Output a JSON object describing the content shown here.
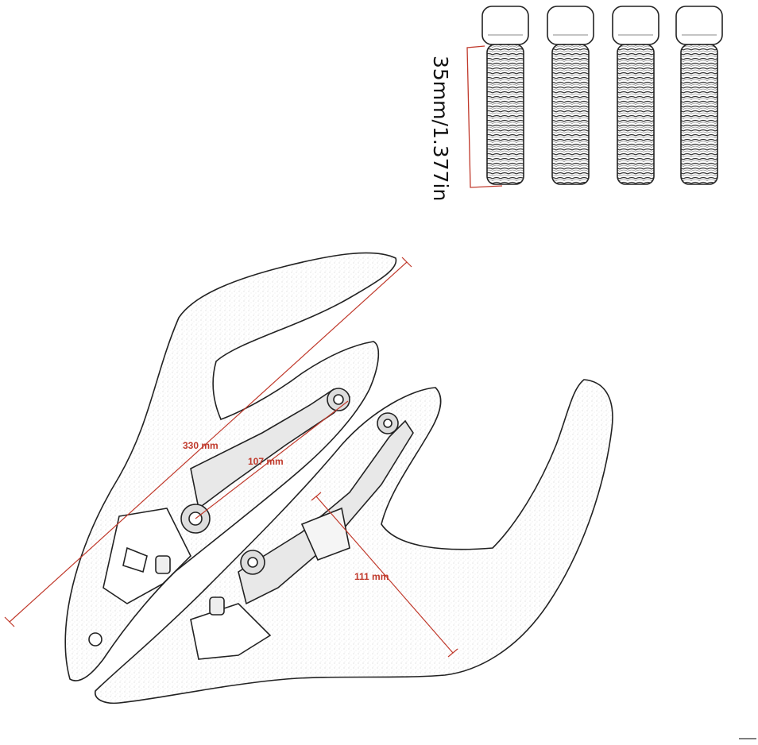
{
  "image": {
    "subject": "motorcycle rear passenger grab handle pair with four mounting bolts",
    "colors": {
      "outline": "#222222",
      "dimension": "#c0392b",
      "background": "#ffffff"
    }
  },
  "bolts": {
    "count": 4,
    "length_label": "35mm/1.377in"
  },
  "dimensions": {
    "overall_length": "330 mm",
    "mount_spacing": "107 mm",
    "handle_width": "111 mm"
  }
}
